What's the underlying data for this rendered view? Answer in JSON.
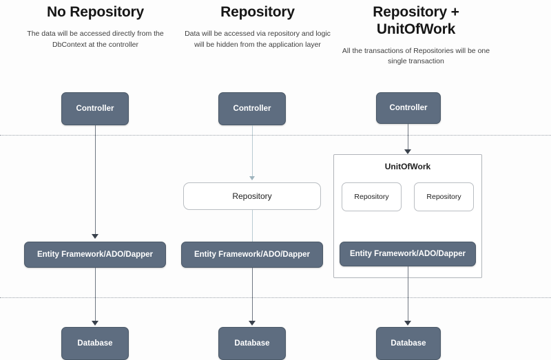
{
  "diagram": {
    "title_row": [
      {
        "id": "col1",
        "title": "No Repository",
        "subtitle": "The data will be accessed directly from the DbContext at the controller"
      },
      {
        "id": "col2",
        "title": "Repository",
        "subtitle": "Data will be accessed via repository and logic will be hidden from the application layer"
      },
      {
        "id": "col3",
        "title": "Repository + UnitOfWork",
        "subtitle": "All the transactions of Repositories will be one single transaction"
      }
    ],
    "col1": {
      "controller": "Controller",
      "data_access": "Entity Framework/ADO/Dapper",
      "database": "Database"
    },
    "col2": {
      "controller": "Controller",
      "repository": "Repository",
      "data_access": "Entity Framework/ADO/Dapper",
      "database": "Database"
    },
    "col3": {
      "controller": "Controller",
      "unit_of_work": "UnitOfWork",
      "repository_left": "Repository",
      "repository_right": "Repository",
      "data_access": "Entity Framework/ADO/Dapper",
      "database": "Database"
    },
    "colors": {
      "box_fill": "#5e6d80",
      "box_border": "#4a5867",
      "box_text": "#ffffff",
      "outline_border": "#b9bdc2",
      "divider": "#9aa0a8",
      "connector_dark": "#6f7782",
      "connector_light": "#b9cbd2",
      "background": "#fdfdfd"
    }
  }
}
